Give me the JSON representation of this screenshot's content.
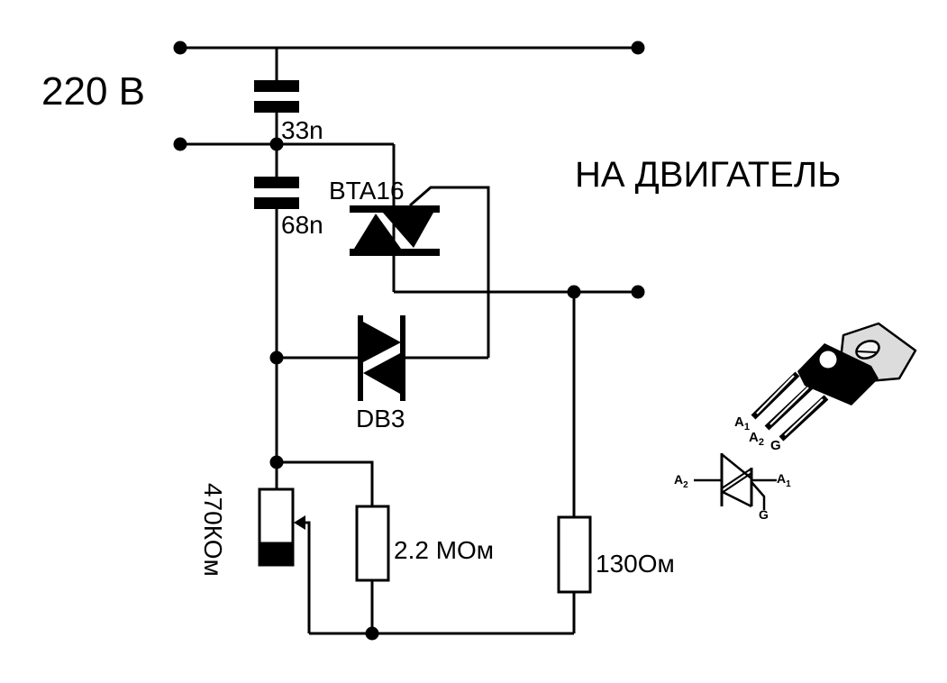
{
  "source": {
    "voltage_label": "220 В"
  },
  "output": {
    "load_label": "НА ДВИГАТЕЛЬ"
  },
  "components": {
    "capacitor_c1": {
      "value": "33n"
    },
    "capacitor_c2": {
      "value": "68n"
    },
    "triac": {
      "part": "BTA16"
    },
    "diac": {
      "part": "DB3"
    },
    "potentiometer": {
      "value": "470КОм"
    },
    "resistor_r1": {
      "value": "2.2 МОм"
    },
    "resistor_r2": {
      "value": "130Ом"
    }
  },
  "package": {
    "pins": [
      {
        "base": "A",
        "sub": "1"
      },
      {
        "base": "A",
        "sub": "2"
      },
      {
        "base": "G",
        "sub": ""
      }
    ]
  },
  "symbol": {
    "pins": [
      {
        "base": "A",
        "sub": "2"
      },
      {
        "base": "A",
        "sub": "1"
      },
      {
        "base": "G",
        "sub": ""
      }
    ]
  },
  "colors": {
    "ink": "#000000",
    "background": "#ffffff",
    "tab_fill": "#dcdcdc"
  }
}
